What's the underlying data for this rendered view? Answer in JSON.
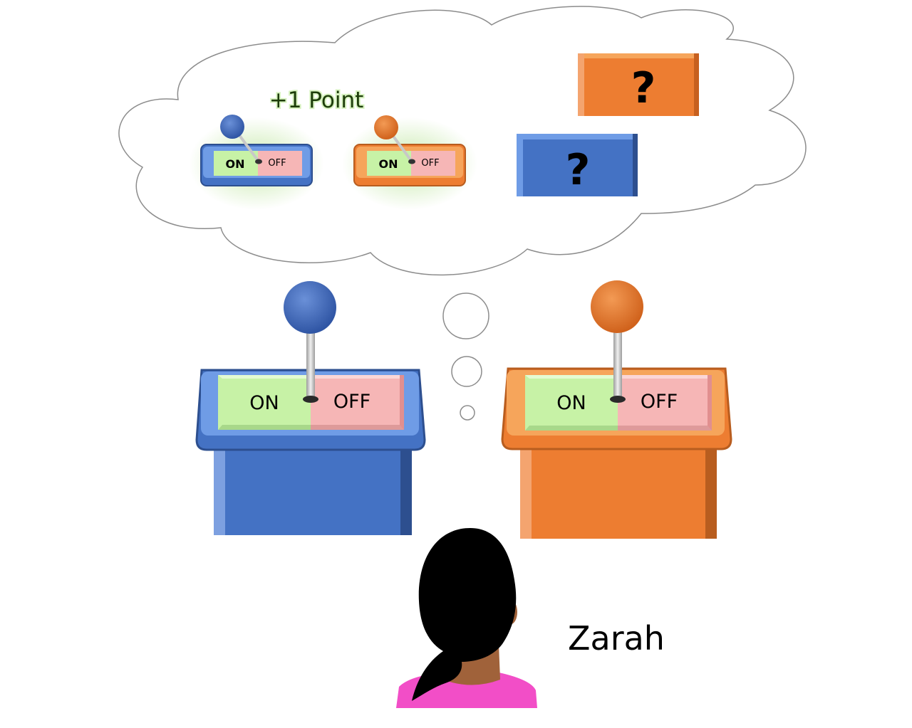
{
  "thought": {
    "reward_text": "+1 Point",
    "small_levers": [
      {
        "on": "ON",
        "off": "OFF",
        "color": "blue",
        "state": "on"
      },
      {
        "on": "ON",
        "off": "OFF",
        "color": "orange",
        "state": "on"
      }
    ],
    "unknown_boxes": [
      {
        "text": "?",
        "color": "orange"
      },
      {
        "text": "?",
        "color": "blue"
      }
    ]
  },
  "machines": [
    {
      "color": "blue",
      "on": "ON",
      "off": "OFF"
    },
    {
      "color": "orange",
      "on": "ON",
      "off": "OFF"
    }
  ],
  "person": {
    "name": "Zarah"
  },
  "colors": {
    "blue": "#4472c4",
    "blue_light": "#6f9ce6",
    "orange": "#ed7d31",
    "orange_light": "#f6a55b",
    "on_green": "#c7f2a6",
    "off_pink": "#f6b6b6",
    "reward_green": "#1d3d0a",
    "shirt": "#f24ec7",
    "skin": "#a0623a"
  }
}
